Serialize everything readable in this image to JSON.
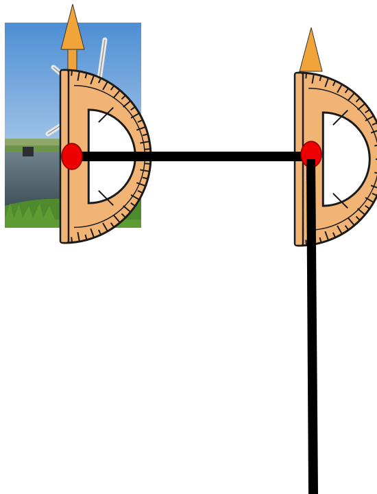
{
  "colors": {
    "background": "#ffffff",
    "protractor_fill": "#f2b474",
    "protractor_outline": "#1a1a1a",
    "arrow_fill": "#f0a43a",
    "pivot_dot": "#ee0000",
    "rod": "#000000",
    "sky_top": "#4e8ed4",
    "sky_bottom": "#d7e7f6",
    "grass": "#4f8a2c",
    "water": "#5a6e78"
  },
  "elements": {
    "photo": "windmill-photo",
    "protractors": [
      "protractor-left",
      "protractor-right"
    ],
    "arrows": [
      "north-arrow-left",
      "north-arrow-right"
    ],
    "pivots": [
      "pivot-dot-left",
      "pivot-dot-right"
    ],
    "rods": [
      "horizontal-rod",
      "vertical-rod"
    ]
  }
}
